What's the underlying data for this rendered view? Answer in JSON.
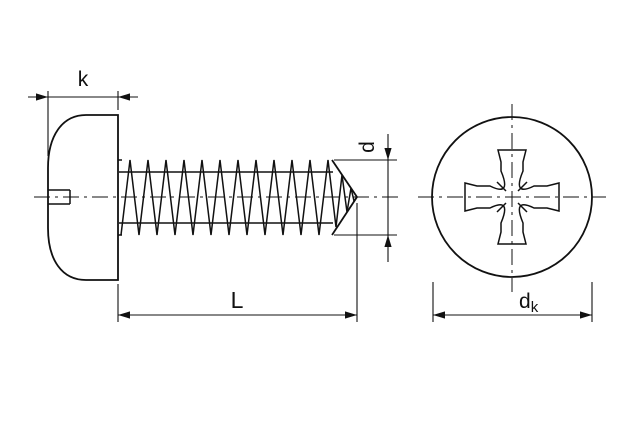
{
  "drawing": {
    "background": "#ffffff",
    "line_color": "#111111",
    "labels": {
      "head_height": "k",
      "thread_diameter": "d",
      "screw_length": "L",
      "head_diameter_base": "d",
      "head_diameter_subscript": "k"
    }
  }
}
